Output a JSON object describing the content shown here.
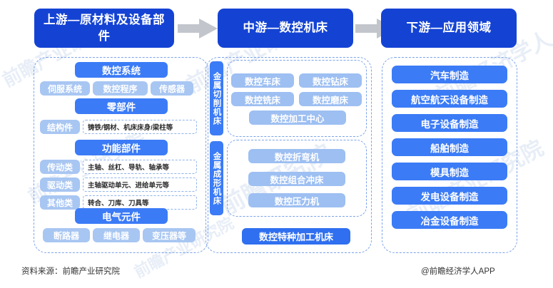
{
  "banners": {
    "upstream": "上游—原材料及设备部件",
    "midstream": "中游—数控机床",
    "downstream": "下游—应用领域"
  },
  "arrows": {
    "first": "right-arrow-icon",
    "second": "right-arrow-icon"
  },
  "upstream": {
    "groups": [
      {
        "title": "数控系统"
      },
      {
        "title": "零部件"
      },
      {
        "title": "功能部件"
      },
      {
        "title": "电气元件"
      }
    ],
    "cnc_system_items": [
      "伺服系统",
      "数控程序",
      "传感器"
    ],
    "parts_rows": [
      {
        "label": "结构件",
        "value": "铸铁/钢材、机床床身/梁柱等"
      }
    ],
    "function_rows": [
      {
        "label": "传动类",
        "value": "主轴、丝杠、导轨、轴承等"
      },
      {
        "label": "驱动类",
        "value": "主轴驱动单元、进给单元等"
      },
      {
        "label": "其他类",
        "value": "转合、刀库、刀具等"
      }
    ],
    "electrical_items": [
      "断路器",
      "继电器",
      "变压器等"
    ]
  },
  "midstream": {
    "cutting_label": "金属切削机床",
    "cutting_items": [
      "数控车床",
      "数控钻床",
      "数控铣床",
      "数控磨床",
      "数控加工中心"
    ],
    "forming_label": "金属成形机床",
    "forming_items": [
      "数控折弯机",
      "数控组合冲床",
      "数控压力机"
    ],
    "special": "数控特种加工机床"
  },
  "downstream": {
    "items": [
      "汽车制造",
      "航空航天设备制造",
      "电子设备制造",
      "船舶制造",
      "模具制造",
      "发电设备制造",
      "冶金设备制造"
    ]
  },
  "footer": {
    "source": "资料来源：前瞻产业研究院",
    "brand": "@前瞻经济学人APP"
  },
  "watermarks": {
    "w1": "前瞻产业研究院",
    "w2": "前瞻产业研究院",
    "w3": "前瞻经济学人",
    "w4": "前瞻产业研究院",
    "w5": "前瞻研究院",
    "w6": "前瞻产业研究院",
    "w7": "前瞻产业研究院"
  },
  "colors": {
    "banner_blue": "#1443d4",
    "primary_blue": "#3b7bf6",
    "light_blue": "#a8c6f2",
    "dash_border": "#7ba3e8",
    "arrow_gray": "#c2c6cc"
  }
}
